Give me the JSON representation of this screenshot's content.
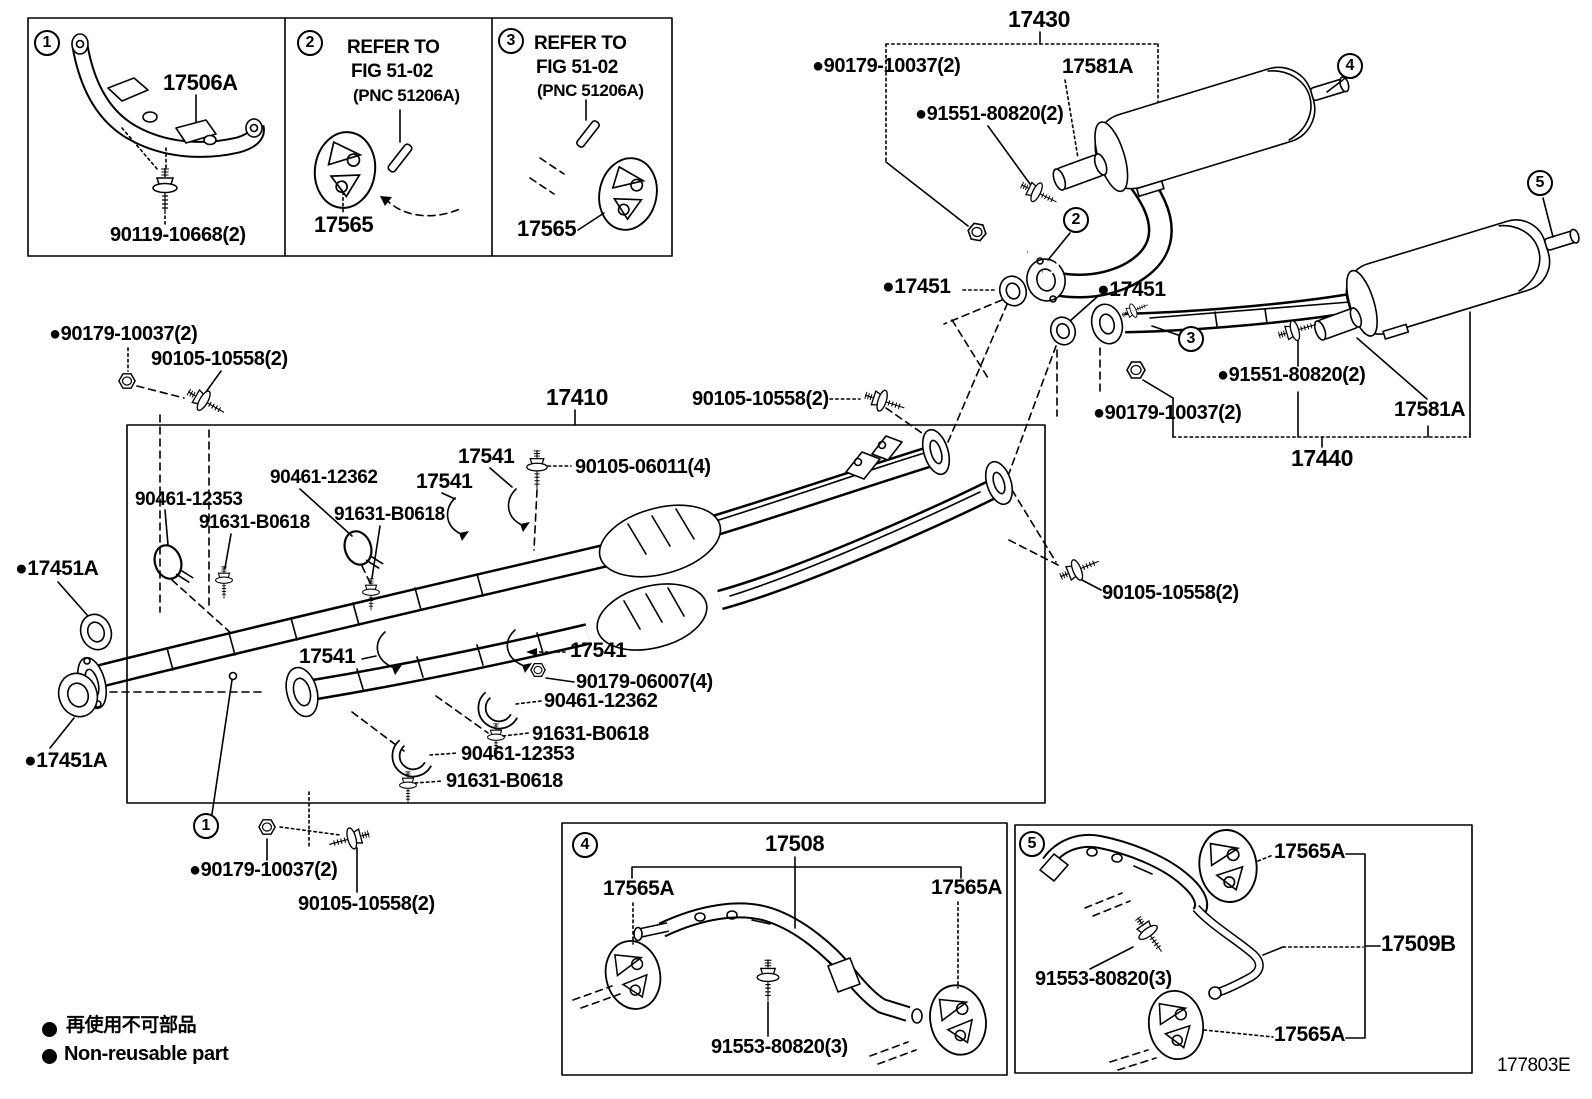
{
  "colors": {
    "ink": "#000000",
    "paper": "#ffffff"
  },
  "doc": {
    "code": "177803E"
  },
  "legend": {
    "jp": "再使用不可部品",
    "en": "Non-reusable part"
  },
  "callouts": {
    "n1": "1",
    "n2": "2",
    "n3": "3",
    "n4": "4",
    "n5": "5"
  },
  "inset": {
    "p1": {
      "part": "17506A",
      "bolt": "90119-10668(2)"
    },
    "p2": {
      "refer1": "REFER TO",
      "refer2": "FIG 51-02",
      "refer3": "(PNC 51206A)",
      "part": "17565"
    },
    "p3": {
      "refer1": "REFER TO",
      "refer2": "FIG 51-02",
      "refer3": "(PNC 51206A)",
      "part": "17565"
    }
  },
  "main": {
    "assembly_center": "17430",
    "assembly_front": "17410",
    "assembly_tail": "17440",
    "nut_90179": "●90179-10037(2)",
    "hanger_17581A": "17581A",
    "bolt_91551": "●91551-80820(2)",
    "gasket_17451": "●17451",
    "gasket_17451A": "●17451A",
    "bolt_90105_10558": "90105-10558(2)",
    "bolt_90105_06011": "90105-06011(4)",
    "nut_90179_06007": "90179-06007(4)",
    "clamp_17541": "17541",
    "clamp_90461_12353": "90461-12353",
    "clamp_90461_12362": "90461-12362",
    "bolt_91631": "91631-B0618"
  },
  "p4": {
    "part": "17508",
    "hanger": "17565A",
    "bolt": "91553-80820(3)"
  },
  "p5": {
    "hanger": "17565A",
    "pipe": "17509B",
    "bolt": "91553-80820(3)"
  }
}
